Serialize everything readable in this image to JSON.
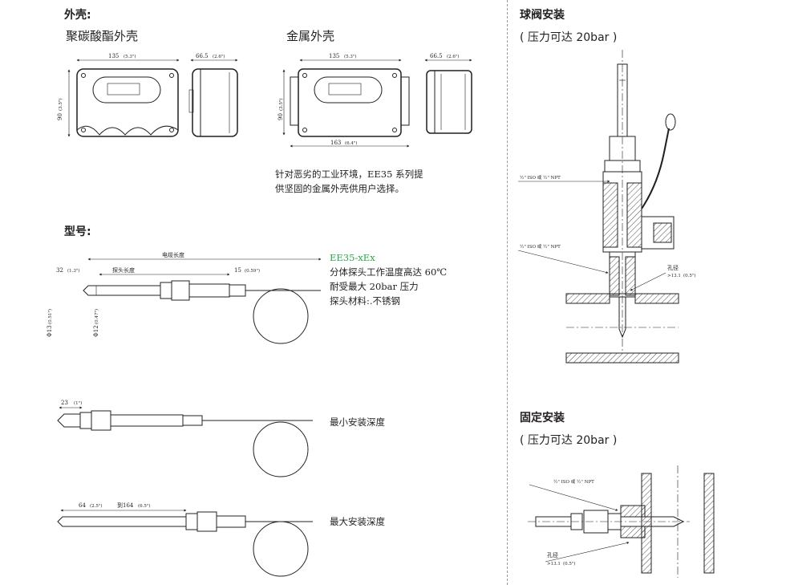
{
  "housing": {
    "heading": "外壳:",
    "poly_label": "聚碳酸酯外壳",
    "metal_label": "金属外壳",
    "poly_width": "135",
    "poly_width_in": "(5.3\")",
    "poly_depth": "66.5",
    "poly_depth_in": "(2.6\")",
    "poly_height": "90",
    "poly_height_in": "(3.5\")",
    "metal_width": "135",
    "metal_width_in": "(5.3\")",
    "metal_depth": "66.5",
    "metal_depth_in": "(2.6\")",
    "metal_height": "90",
    "metal_height_in": "(3.5\")",
    "metal_total": "163",
    "metal_total_in": "(6.4\")",
    "note_line1": "针对恶劣的工业环境，EE35 系列提",
    "note_line2": "供坚固的金属外壳供用户选择。"
  },
  "model": {
    "heading": "型号:",
    "cable_length": "电缆长度",
    "probe_length": "探头长度",
    "dim_32": "32",
    "dim_32_in": "(1.3\")",
    "dim_15": "15",
    "dim_15_in": "(0.59\")",
    "dia_13": "Φ13",
    "dia_13_in": "(0.51\")",
    "dia_12": "Φ12",
    "dia_12_in": "(0.47\")",
    "model_name": "EE35-xEx",
    "desc1": "分体探头工作温度高达 60℃",
    "desc2": "耐受最大 20bar 压力",
    "desc3": "探头材料:.不锈钢",
    "min_dim": "23",
    "min_dim_in": "(1\")",
    "min_label": "最小安装深度",
    "max_dim": "64",
    "max_dim_in": "(2.5\")",
    "max_to": "到164",
    "max_to_in": "(6.5\")",
    "max_label": "最大安装深度"
  },
  "ball_valve": {
    "heading": "球阀安装",
    "pressure": "( 压力可达 20bar )",
    "thread1": "½\" ISO 或 ½\" NPT",
    "thread2": "½\" ISO 或 ½\" NPT",
    "hole_label": "孔径",
    "hole_dim": ">13.1",
    "hole_dim_in": "(0.5\")"
  },
  "fixed": {
    "heading": "固定安装",
    "pressure": "( 压力可达 20bar )",
    "thread": "½\" ISO 或 ½\" NPT",
    "hole_label": "孔径",
    "hole_dim": ">13.1",
    "hole_dim_in": "(0.5\")"
  }
}
